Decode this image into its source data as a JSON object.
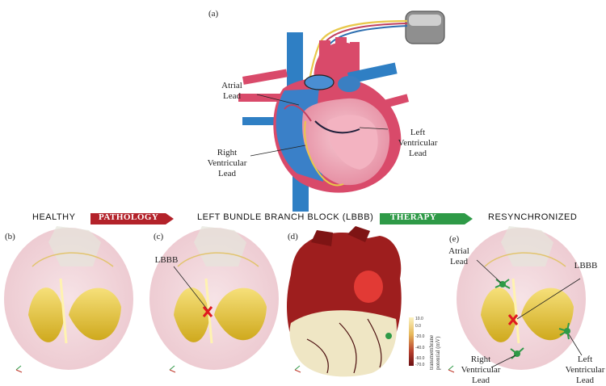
{
  "panel_a": {
    "letter": "(a)",
    "labels": {
      "atrial": [
        "Atrial",
        "Lead"
      ],
      "right_ventricular": [
        "Right",
        "Ventricular",
        "Lead"
      ],
      "left_ventricular": [
        "Left",
        "Ventricular",
        "Lead"
      ]
    }
  },
  "flow": {
    "healthy": "HEALTHY",
    "pathology": "PATHOLOGY",
    "lbbb": "LEFT BUNDLE BRANCH BLOCK (LBBB)",
    "therapy": "THERAPY",
    "resynchronized": "RESYNCHRONIZED"
  },
  "panels": {
    "b": "(b)",
    "c": "(c)",
    "c_label": "LBBB",
    "d": "(d)",
    "e": "(e)",
    "e_labels": {
      "atrial": [
        "Atrial",
        "Lead"
      ],
      "lbbb": "LBBB",
      "right": [
        "Right",
        "Ventricular",
        "Lead"
      ],
      "left": [
        "Left",
        "Ventricular",
        "Lead"
      ]
    }
  },
  "colorbar": {
    "title": [
      "transmembrane",
      "potential (mV)"
    ],
    "ticks": [
      "10.0",
      "0.0",
      "-20.0",
      "-40.0",
      "-60.0",
      "-70.0"
    ]
  },
  "colors": {
    "pathology_arrow": "#b3222a",
    "therapy_arrow": "#2e9a47",
    "artery": "#d94a6a",
    "vein": "#2f7fc4"
  }
}
